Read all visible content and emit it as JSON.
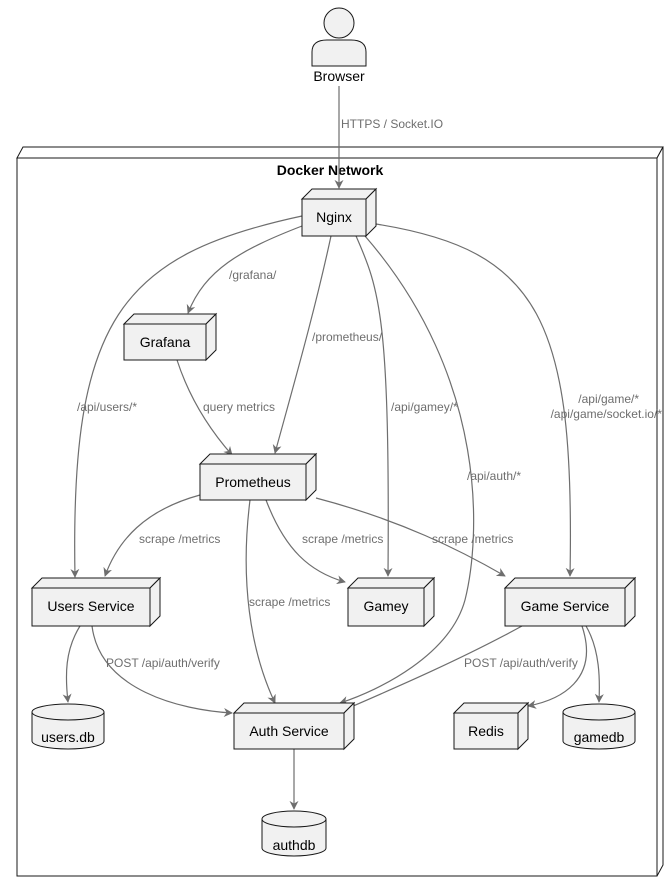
{
  "container": {
    "title": "Docker Network"
  },
  "actor": {
    "label": "Browser"
  },
  "nodes": {
    "nginx": "Nginx",
    "grafana": "Grafana",
    "prometheus": "Prometheus",
    "users_service": "Users Service",
    "gamey": "Gamey",
    "game_service": "Game Service",
    "auth_service": "Auth Service",
    "redis": "Redis"
  },
  "databases": {
    "users_db": "users.db",
    "gamedb": "gamedb",
    "authdb": "authdb"
  },
  "edges": {
    "browser_nginx": "HTTPS / Socket.IO",
    "nginx_grafana": "/grafana/",
    "nginx_prometheus": "/prometheus/",
    "nginx_users": "/api/users/*",
    "nginx_gamey": "/api/gamey/*",
    "nginx_auth": "/api/auth/*",
    "nginx_game_line1": "/api/game/*",
    "nginx_game_line2": "/api/game/socket.io/*",
    "grafana_prometheus": "query metrics",
    "prom_users": "scrape /metrics",
    "prom_gamey": "scrape /metrics",
    "prom_game": "scrape /metrics",
    "prom_auth": "scrape /metrics",
    "users_auth": "POST /api/auth/verify",
    "game_auth": "POST /api/auth/verify"
  }
}
